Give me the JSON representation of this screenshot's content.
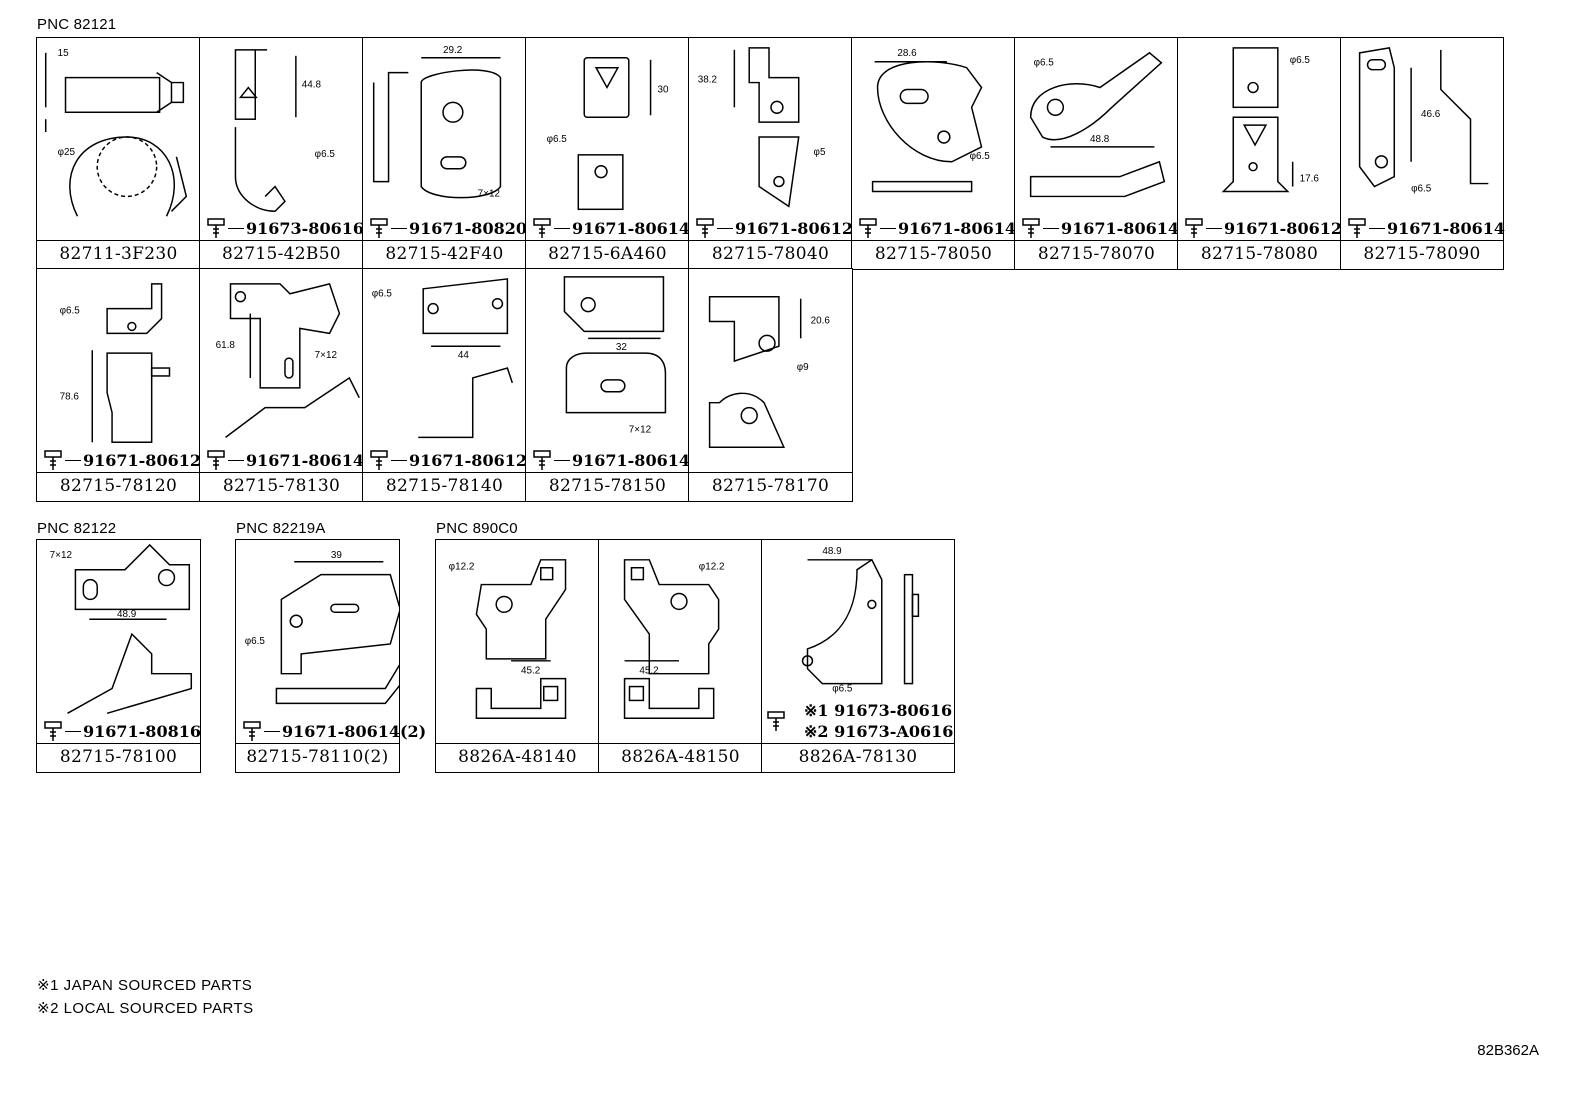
{
  "groups": [
    {
      "label": "PNC 82121"
    },
    {
      "label": "PNC 82122"
    },
    {
      "label": "PNC 82219A"
    },
    {
      "label": "PNC 890C0"
    }
  ],
  "cells": [
    {
      "part": "82711-3F230",
      "bolt": "",
      "dims": [
        "15",
        "φ25"
      ]
    },
    {
      "part": "82715-42B50",
      "bolt": "91673-80616",
      "dims": [
        "44.8",
        "φ6.5"
      ]
    },
    {
      "part": "82715-42F40",
      "bolt": "91671-80820",
      "dims": [
        "29.2",
        "7×12"
      ]
    },
    {
      "part": "82715-6A460",
      "bolt": "91671-80614",
      "dims": [
        "30",
        "φ6.5"
      ]
    },
    {
      "part": "82715-78040",
      "bolt": "91671-80612",
      "dims": [
        "38.2",
        "φ5"
      ]
    },
    {
      "part": "82715-78050",
      "bolt": "91671-80614",
      "dims": [
        "28.6",
        "φ6.5"
      ]
    },
    {
      "part": "82715-78070",
      "bolt": "91671-80614",
      "dims": [
        "φ6.5",
        "48.8"
      ]
    },
    {
      "part": "82715-78080",
      "bolt": "91671-80612",
      "dims": [
        "φ6.5",
        "17.6"
      ]
    },
    {
      "part": "82715-78090",
      "bolt": "91671-80614",
      "dims": [
        "46.6",
        "φ6.5"
      ]
    },
    {
      "part": "82715-78120",
      "bolt": "91671-80612",
      "dims": [
        "φ6.5",
        "78.6"
      ]
    },
    {
      "part": "82715-78130",
      "bolt": "91671-80614",
      "dims": [
        "61.8",
        "7×12"
      ]
    },
    {
      "part": "82715-78140",
      "bolt": "91671-80612",
      "dims": [
        "φ6.5",
        "44"
      ]
    },
    {
      "part": "82715-78150",
      "bolt": "91671-80614",
      "dims": [
        "32",
        "7×12"
      ]
    },
    {
      "part": "82715-78170",
      "bolt": "",
      "dims": [
        "20.6",
        "φ9"
      ]
    },
    {
      "part": "82715-78100",
      "bolt": "91671-80816",
      "dims": [
        "7×12",
        "48.9"
      ]
    },
    {
      "part": "82715-78110(2)",
      "bolt": "91671-80614(2)",
      "dims": [
        "39",
        "φ6.5"
      ]
    },
    {
      "part": "8826A-48140",
      "bolt": "",
      "dims": [
        "φ12.2",
        "45.2"
      ]
    },
    {
      "part": "8826A-48150",
      "bolt": "",
      "dims": [
        "φ12.2",
        "45.2"
      ]
    },
    {
      "part": "8826A-78130",
      "bolt": "",
      "dims": [
        "48.9",
        "φ6.5"
      ],
      "bolt_rows": [
        "※1  91673-80616",
        "※2  91673-A0616"
      ]
    }
  ],
  "footnotes": [
    "※1 JAPAN SOURCED PARTS",
    "※2 LOCAL SOURCED PARTS"
  ],
  "diagram_code": "82B362A"
}
